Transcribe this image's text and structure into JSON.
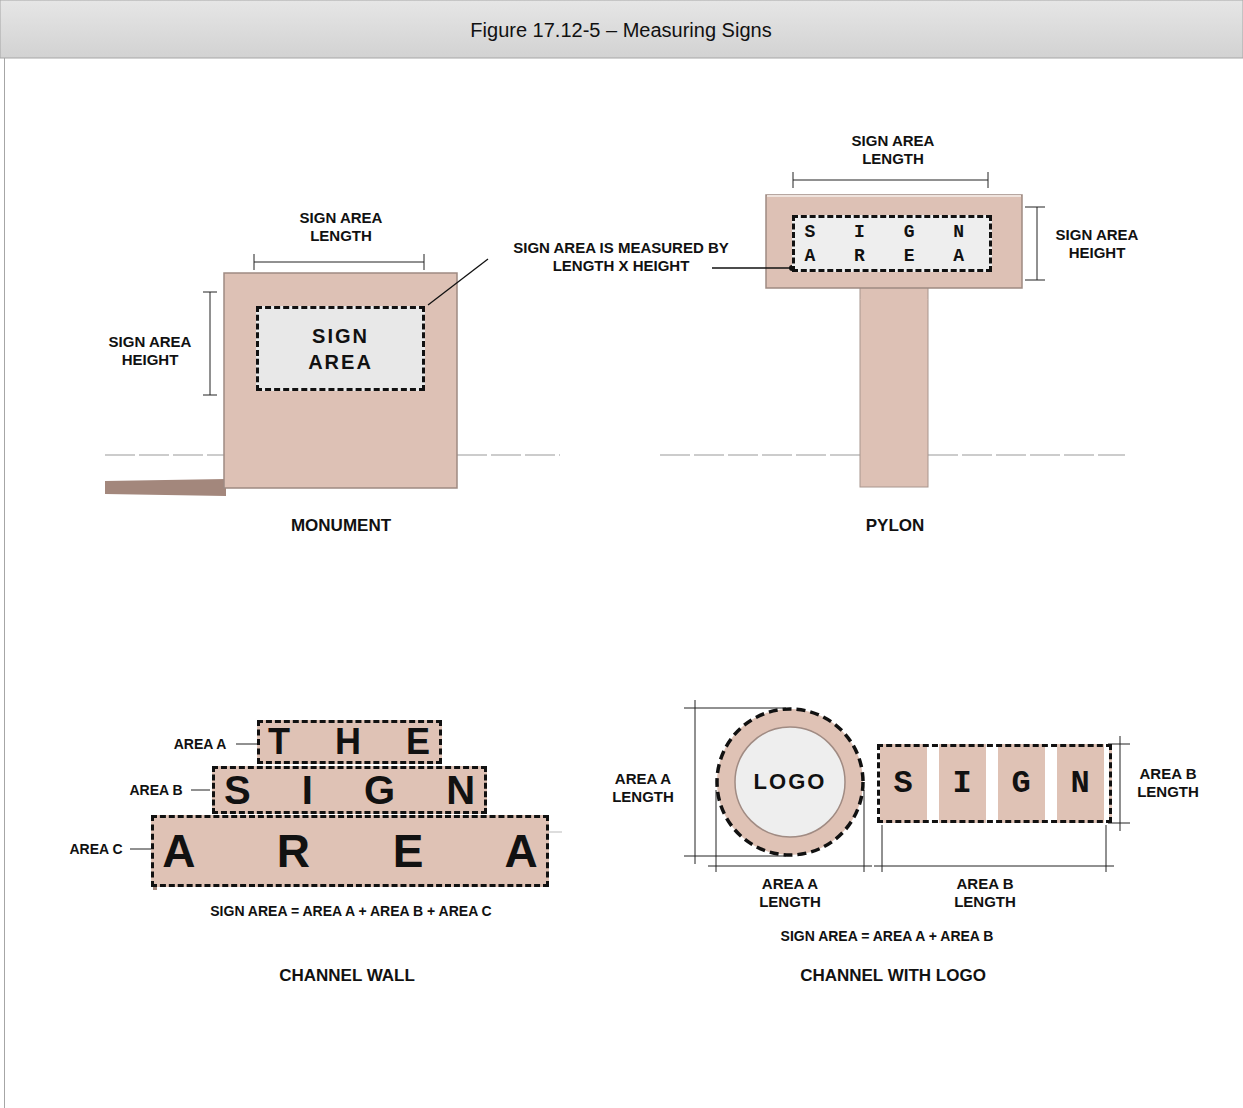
{
  "diagram": {
    "title": "Figure 17.12-5 – Measuring Signs",
    "nodes": [
      {
        "text": [
          "SIGN AREA"
        ]
      },
      {
        "text": [
          "S I G N A R E A"
        ]
      },
      {
        "text": [
          "T H E"
        ]
      },
      {
        "text": [
          "S I G N"
        ]
      },
      {
        "text": [
          "A R E A"
        ]
      },
      {
        "text": [
          "LOGO"
        ]
      },
      {
        "text": [
          "S I G N"
        ]
      }
    ],
    "labels": [
      "SIGN AREA LENGTH",
      "SIGN AREA IS MEASURED BY LENGTH X HEIGHT",
      "SIGN AREA HEIGHT",
      "MONUMENT",
      "SIGN AREA LENGTH",
      "SIGN AREA HEIGHT",
      "PYLON",
      "AREA A",
      "AREA B",
      "AREA C",
      "SIGN AREA = AREA A + AREA B + AREA C",
      "CHANNEL WALL",
      "AREA A LENGTH",
      "AREA A LENGTH",
      "AREA B LENGTH",
      "AREA B LENGTH",
      "SIGN AREA = AREA A + AREA B",
      "CHANNEL WITH LOGO"
    ]
  }
}
